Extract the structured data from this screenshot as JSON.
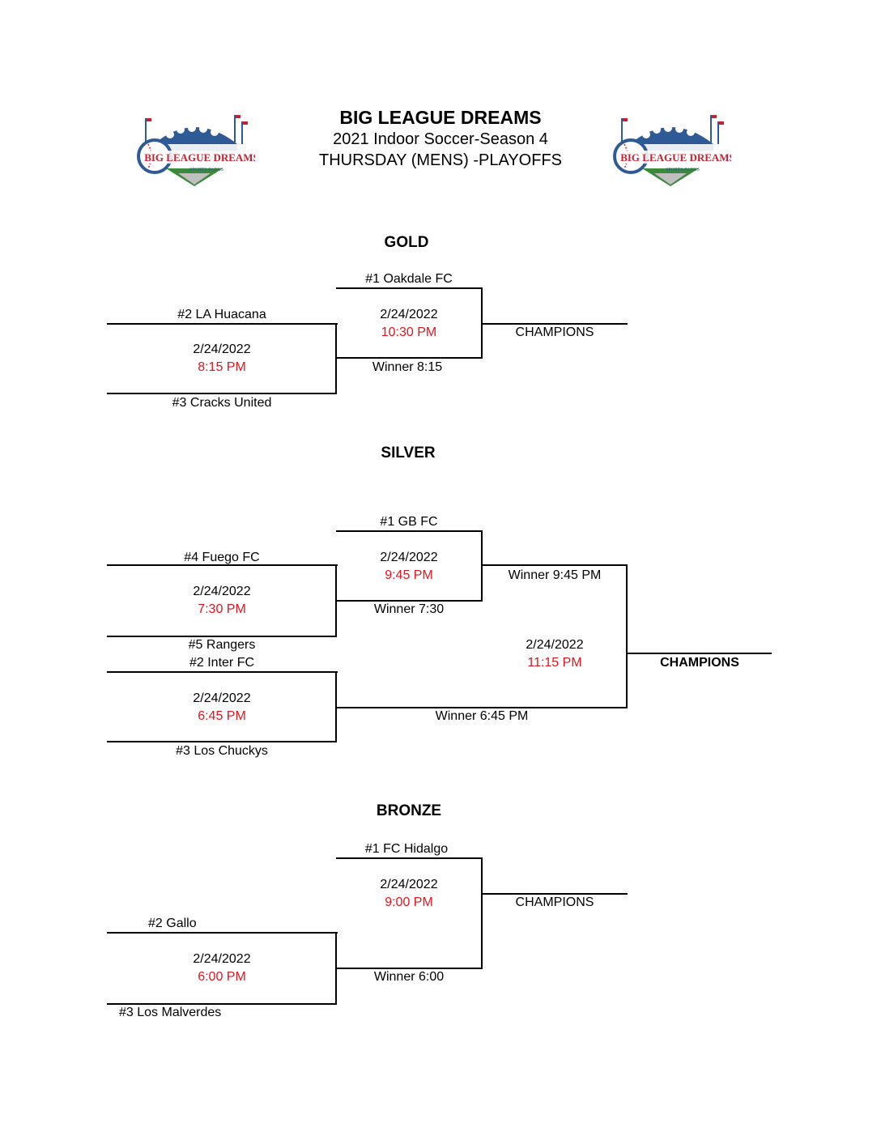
{
  "header": {
    "title": "BIG LEAGUE DREAMS",
    "subtitle": "2021 Indoor Soccer-Season 4",
    "subtitle2": "THURSDAY (MENS) -PLAYOFFS",
    "logo_text": "BIG LEAGUE DREAMS",
    "logo_subtext": "SPORTS PARKS"
  },
  "colors": {
    "time": "#e0141e",
    "logo_red": "#c8202f",
    "logo_blue": "#2e5a96"
  },
  "gold": {
    "label": "GOLD",
    "seed1": "#1  Oakdale FC",
    "seed2": "#2 LA Huacana",
    "seed3": "#3 Cracks United",
    "semi": {
      "date": "2/24/2022",
      "time": "8:15 PM"
    },
    "final": {
      "date": "2/24/2022",
      "time": "10:30 PM"
    },
    "winner_label": "Winner 8:15",
    "champions": "CHAMPIONS"
  },
  "silver": {
    "label": "SILVER",
    "seed1": "#1  GB FC",
    "seed4": "#4  Fuego FC",
    "seed5": "#5 Rangers",
    "seed2": "#2  Inter FC",
    "seed3": "#3 Los Chuckys",
    "qf1": {
      "date": "2/24/2022",
      "time": "7:30 PM"
    },
    "semi1": {
      "date": "2/24/2022",
      "time": "9:45 PM"
    },
    "qf2": {
      "date": "2/24/2022",
      "time": "6:45 PM"
    },
    "final": {
      "date": "2/24/2022",
      "time": "11:15 PM"
    },
    "winner_730": "Winner 7:30",
    "winner_945": "Winner 9:45 PM",
    "winner_645": "Winner 6:45 PM",
    "champions": "CHAMPIONS"
  },
  "bronze": {
    "label": "BRONZE",
    "seed1": "#1 FC Hidalgo",
    "seed2": "#2  Gallo",
    "seed3": "#3  Los Malverdes",
    "semi": {
      "date": "2/24/2022",
      "time": "6:00 PM"
    },
    "final": {
      "date": "2/24/2022",
      "time": "9:00 PM"
    },
    "winner_label": "Winner 6:00",
    "champions": "CHAMPIONS"
  }
}
